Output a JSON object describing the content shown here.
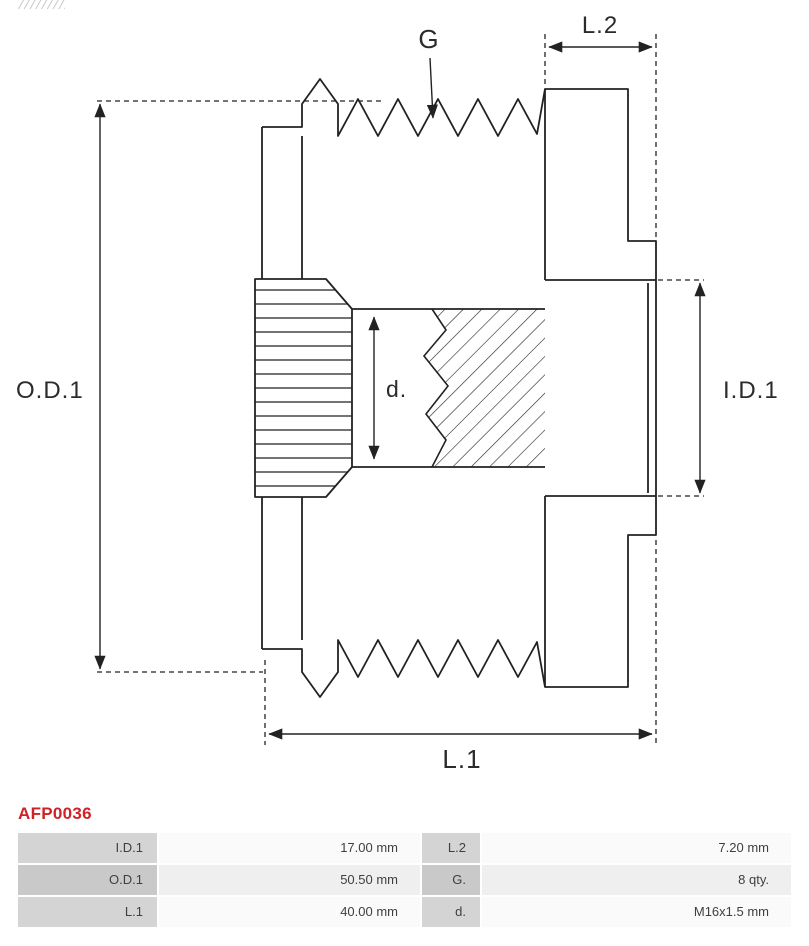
{
  "part_number": "AFP0036",
  "colors": {
    "part_number_red": "#cf2127",
    "drawing_line": "#222222"
  },
  "drawing": {
    "labels": {
      "g": "G",
      "l2": "L.2",
      "od1": "O.D.1",
      "id1": "I.D.1",
      "d": "d.",
      "l1": "L.1"
    }
  },
  "table": {
    "rows": [
      [
        "I.D.1",
        "17.00 mm",
        "L.2",
        "7.20 mm"
      ],
      [
        "O.D.1",
        "50.50 mm",
        "G.",
        "8 qty."
      ],
      [
        "L.1",
        "40.00 mm",
        "d.",
        "M16x1.5 mm"
      ]
    ]
  }
}
